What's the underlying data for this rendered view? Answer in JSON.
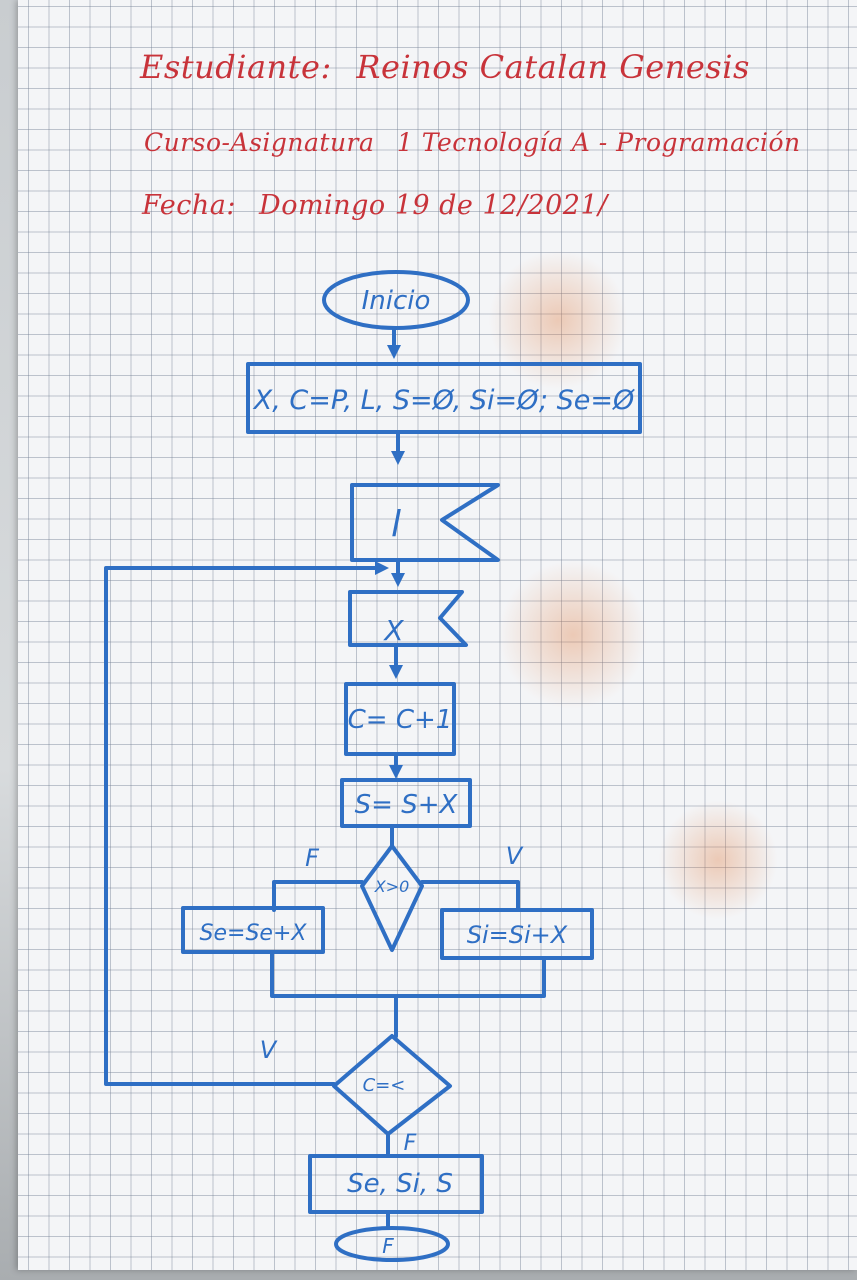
{
  "header": {
    "student_label": "Estudiante:",
    "student_name": "Reinos Catalan Genesis",
    "course_label": "Curso-Asignatura",
    "course_value": "1 Tecnología A - Programación",
    "date_label": "Fecha:",
    "date_value": "Domingo 19 de 12/2021/"
  },
  "flowchart": {
    "start": "Inicio",
    "init": "X, C=P, L, S=Ø, Si=Ø; Se=Ø",
    "read_l": "l",
    "read_x": "X",
    "counter": "C= C+1",
    "sum": "S= S+X",
    "condition_1": "X>0",
    "branch_false_label": "F",
    "branch_true_label": "V",
    "sum_negative": "Se=Se+X",
    "sum_positive": "Si=Si+X",
    "condition_2": "C=<",
    "loop_true_label": "V",
    "exit_false_label": "F",
    "output": "Se, Si, S",
    "end": "F"
  },
  "colors": {
    "ink_blue": "#2f6fc4",
    "ink_red": "#c8333a",
    "paper": "#f4f5f7",
    "grid": "#7882a0"
  }
}
